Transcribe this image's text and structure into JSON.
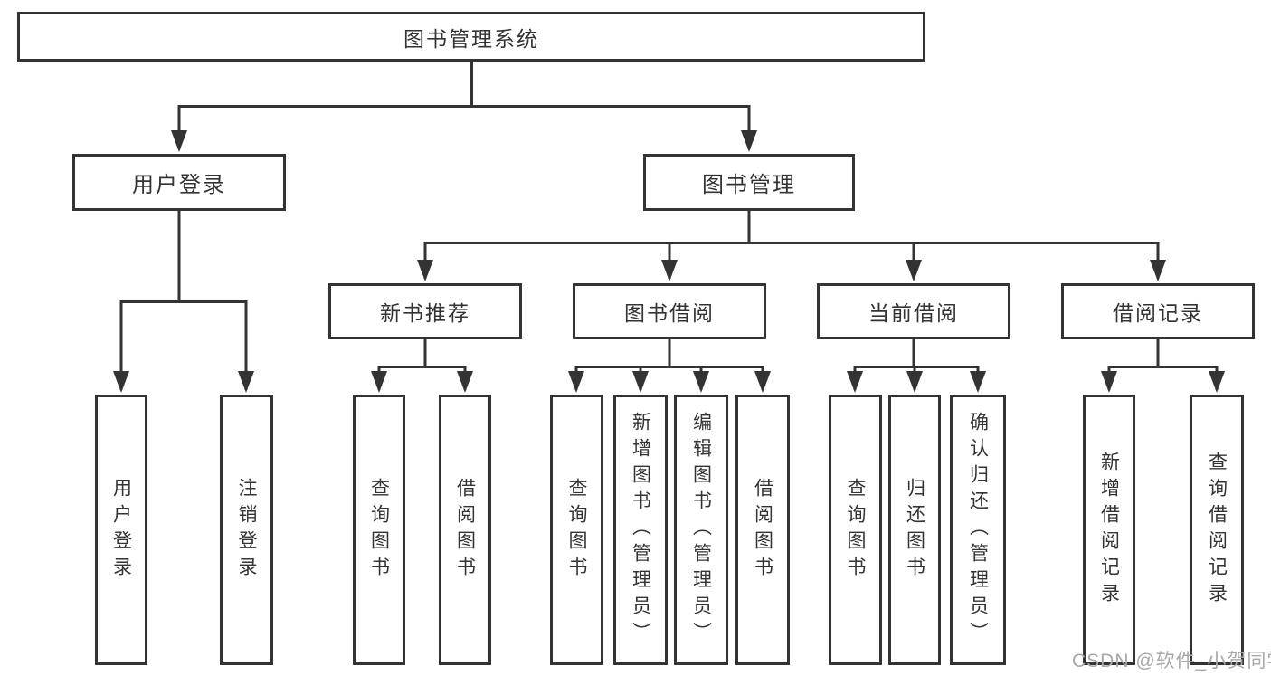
{
  "diagram": {
    "type": "hierarchy-tree",
    "title": "图书管理系统",
    "root": {
      "label": "图书管理系统",
      "children": [
        {
          "label": "用户登录",
          "children": [
            {
              "label": "用户登录"
            },
            {
              "label": "注销登录"
            }
          ]
        },
        {
          "label": "图书管理",
          "children": [
            {
              "label": "新书推荐",
              "children": [
                {
                  "label": "查询图书"
                },
                {
                  "label": "借阅图书"
                }
              ]
            },
            {
              "label": "图书借阅",
              "children": [
                {
                  "label": "查询图书"
                },
                {
                  "label": "新增图书（管理员）"
                },
                {
                  "label": "编辑图书（管理员）"
                },
                {
                  "label": "借阅图书"
                }
              ]
            },
            {
              "label": "当前借阅",
              "children": [
                {
                  "label": "查询图书"
                },
                {
                  "label": "归还图书"
                },
                {
                  "label": "确认归还（管理员）"
                }
              ]
            },
            {
              "label": "借阅记录",
              "children": [
                {
                  "label": "新增借阅记录"
                },
                {
                  "label": "查询借阅记录"
                }
              ]
            }
          ]
        }
      ]
    }
  },
  "watermark": {
    "text": "CSDN @软件_小贺同学"
  },
  "colors": {
    "line": "#333333",
    "box_border": "#333333",
    "box_fill": "#ffffff",
    "text": "#333333",
    "watermark": "#a8a8a8",
    "background": "#ffffff"
  }
}
